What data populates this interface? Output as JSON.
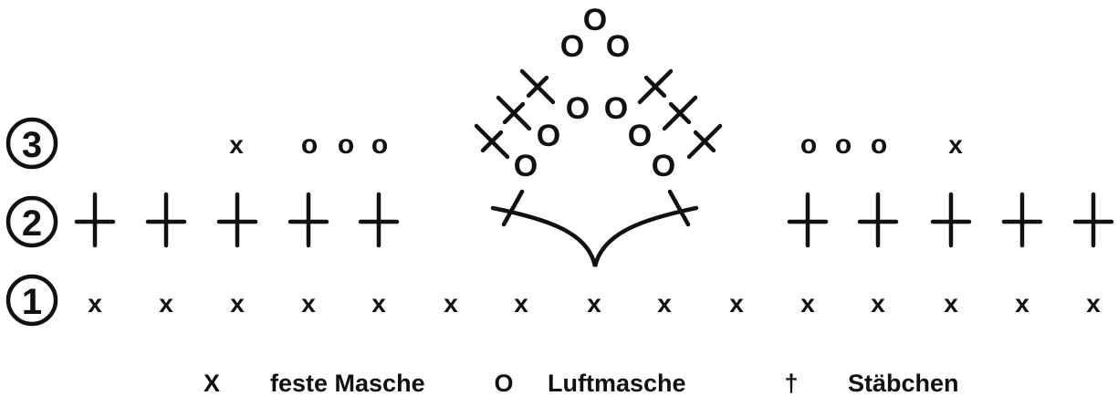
{
  "rows": [
    {
      "number": "1"
    },
    {
      "number": "2"
    },
    {
      "number": "3"
    }
  ],
  "symbols": {
    "sc": "x",
    "ch": "o",
    "ch_legend": "O",
    "sc_legend": "X",
    "dc_legend": "†"
  },
  "legend": {
    "sc_label": "feste Masche",
    "ch_label": "Luftmasche",
    "dc_label": "Stäbchen"
  },
  "colors": {
    "ink": "#111111",
    "background": "#ffffff"
  }
}
